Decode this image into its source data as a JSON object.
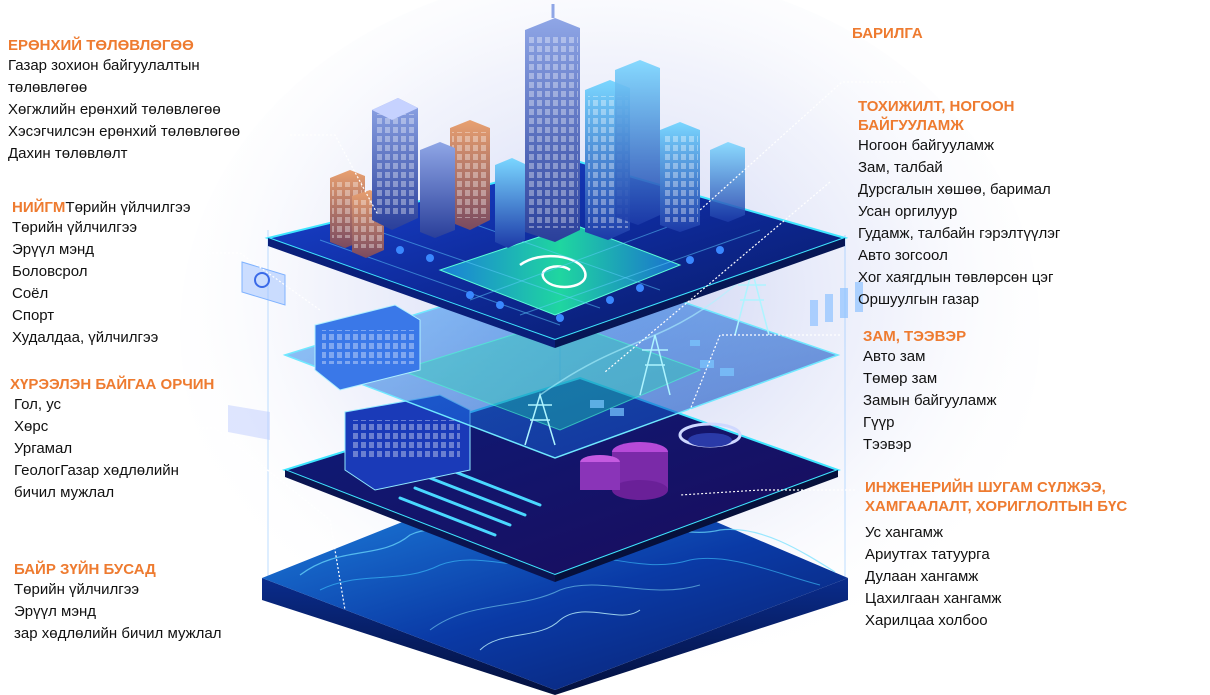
{
  "colors": {
    "accent_orange": "#ee7b30",
    "text": "#111111",
    "glow_cyan": "#3fe6ff",
    "plate_blue": "#0a2a8a",
    "green_plate": "#18c48a"
  },
  "icons": [
    "city-skyline-icon",
    "power-pylon-icon",
    "pipeline-icon",
    "terrain-icon",
    "storage-tank-icon"
  ],
  "left": {
    "general_plan": {
      "title": "ЕРӨНХИЙ ТӨЛӨВЛӨГӨӨ",
      "items": [
        "Газар зохион байгуулалтын",
        "төлөвлөгөө",
        "Хөгжлийн ерөнхий төлөвлөгөө",
        "Хэсэгчилсэн ерөнхий төлөвлөгөө",
        "Дахин төлөвлөлт"
      ]
    },
    "social": {
      "title": "НИЙГМ",
      "title_suffix": "Төрийн үйлчилгээ",
      "items": [
        "Төрийн үйлчилгээ",
        "Эрүүл мэнд",
        "Боловсрол",
        "Соёл",
        "Спорт",
        "Худалдаа, үйлчилгээ"
      ]
    },
    "environment": {
      "title": "ХҮРЭЭЛЭН БАЙГАА ОРЧИН",
      "items": [
        "Гол, ус",
        "Хөрс",
        "Ургамал",
        "ГеологГазар хөдлөлийн",
        "бичил мужлал"
      ]
    },
    "other": {
      "title": "БАЙР ЗҮЙН БУСАД",
      "items": [
        "Төрийн үйлчилгээ",
        "Эрүүл мэнд",
        "зар хөдлөлийн бичил мужлал"
      ]
    }
  },
  "right": {
    "building": {
      "title": "БАРИЛГА"
    },
    "landscaping": {
      "title_line1": "ТОХИЖИЛТ, НОГООН",
      "title_line2": "БАЙГУУЛАМЖ",
      "items": [
        "Ногоон байгууламж",
        "Зам, талбай",
        "Дурсгалын хөшөө, баримал",
        "Усан оргилуур",
        "Гудамж, талбайн гэрэлтүүлэг",
        "Авто зогсоол",
        "Хог хаягдлын төвлөрсөн цэг",
        "Оршуулгын газар"
      ]
    },
    "transport": {
      "title": "ЗАМ, ТЭЭВЭР",
      "items": [
        "Авто зам",
        "Төмөр зам",
        "Замын байгууламж",
        "Гүүр",
        "Тээвэр"
      ]
    },
    "engineering": {
      "title_line1": "ИНЖЕНЕРИЙН ШУГАМ СҮЛЖЭЭ,",
      "title_line2": "ХАМГААЛАЛТ, ХОРИГЛОЛТЫН БҮС",
      "items": [
        "Ус хангамж",
        "Ариутгах татуурга",
        "Дулаан хангамж",
        "Цахилгаан хангамж",
        "Харилцаа холбоо"
      ]
    }
  }
}
